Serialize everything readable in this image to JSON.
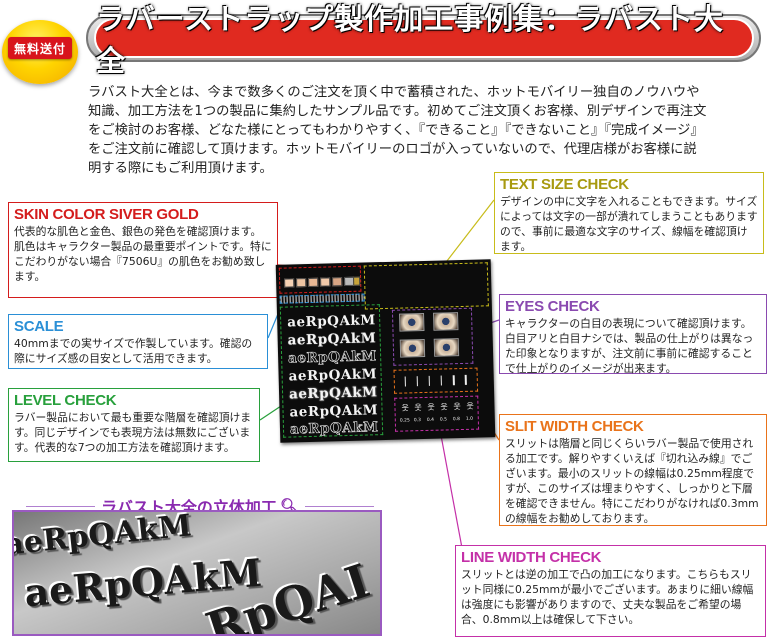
{
  "header": {
    "badge": "無料送付",
    "title": "ラバーストラップ製作加工事例集：ラバスト大全"
  },
  "intro": "ラバスト大全とは、今まで数多くのご注文を頂く中で蓄積された、ホットモバイリー独自のノウハウや知識、加工方法を1つの製品に集約したサンプル品です。初めてご注文頂くお客様、別デザインで再注文をご検討のお客様、どなた様にとってもわかりやすく、『できること』『できないこと』『完成イメージ』をご注文前に確認して頂けます。ホットモバイリーのロゴが入っていないので、代理店様がお客様に説明する際にもご利用頂けます。",
  "callouts": {
    "skin": {
      "title": "SKIN COLOR SIVER GOLD",
      "text": "代表的な肌色と金色、銀色の発色を確認頂けます。肌色はキャラクター製品の最重要ポイントです。特にこだわりがない場合『7506U』の肌色をお勧め致します。"
    },
    "scale": {
      "title": "SCALE",
      "text": "40mmまでの実サイズで作製しています。確認の際にサイズ感の目安として活用できます。"
    },
    "level": {
      "title": "LEVEL CHECK",
      "text": "ラバー製品において最も重要な階層を確認頂けます。同じデザインでも表現方法は無数にございます。代表的な7つの加工方法を確認頂けます。"
    },
    "textsize": {
      "title": "TEXT SIZE CHECK",
      "text": "デザインの中に文字を入れることもできます。サイズによっては文字の一部が潰れてしまうこともありますので、事前に最適な文字のサイズ、線幅を確認頂けます。"
    },
    "eyes": {
      "title": "EYES CHECK",
      "text": "キャラクターの白目の表現について確認頂けます。白目アリと白目ナシでは、製品の仕上がりは異なった印象となりますが、注文前に事前に確認することで仕上がりのイメージが出来ます。"
    },
    "slit": {
      "title": "SLIT WIDTH CHECK",
      "text": "スリットは階層と同じくらいラバー製品で使用される加工です。解りやすくいえば『切れ込み線』でございます。最小のスリットの線幅は0.25mm程度ですが、このサイズは埋まりやすく、しっかりと下層を確認できません。特にこだわりがなければ0.3mmの線幅をお勧めしております。"
    },
    "linew": {
      "title": "LINE WIDTH CHECK",
      "text": "スリットとは逆の加工で凸の加工になります。こちらもスリット同様に0.25mmが最小でございます。あまりに細い線幅は強度にも影響がありますので、丈夫な製品をご希望の場合、0.8mm以上は確保して下さい。"
    }
  },
  "sheet": {
    "word": "aeRpQAkM",
    "slit_values": [
      "0.25",
      "0.3",
      "0.4",
      "0.5",
      "0.8",
      "1.0"
    ]
  },
  "section3d": {
    "title": "ラバスト大全の立体加工",
    "words": [
      "aeRpQAkM",
      "aeRpQAkM",
      "RpQAI"
    ]
  },
  "colors": {
    "accent_red": "#e02a20",
    "skin": "#d41c1c",
    "scale": "#2a8fd6",
    "level": "#28a03c",
    "textsize": "#c8bc1a",
    "eyes": "#8a4ab0",
    "slit": "#e9731a",
    "linew": "#c430a8"
  }
}
